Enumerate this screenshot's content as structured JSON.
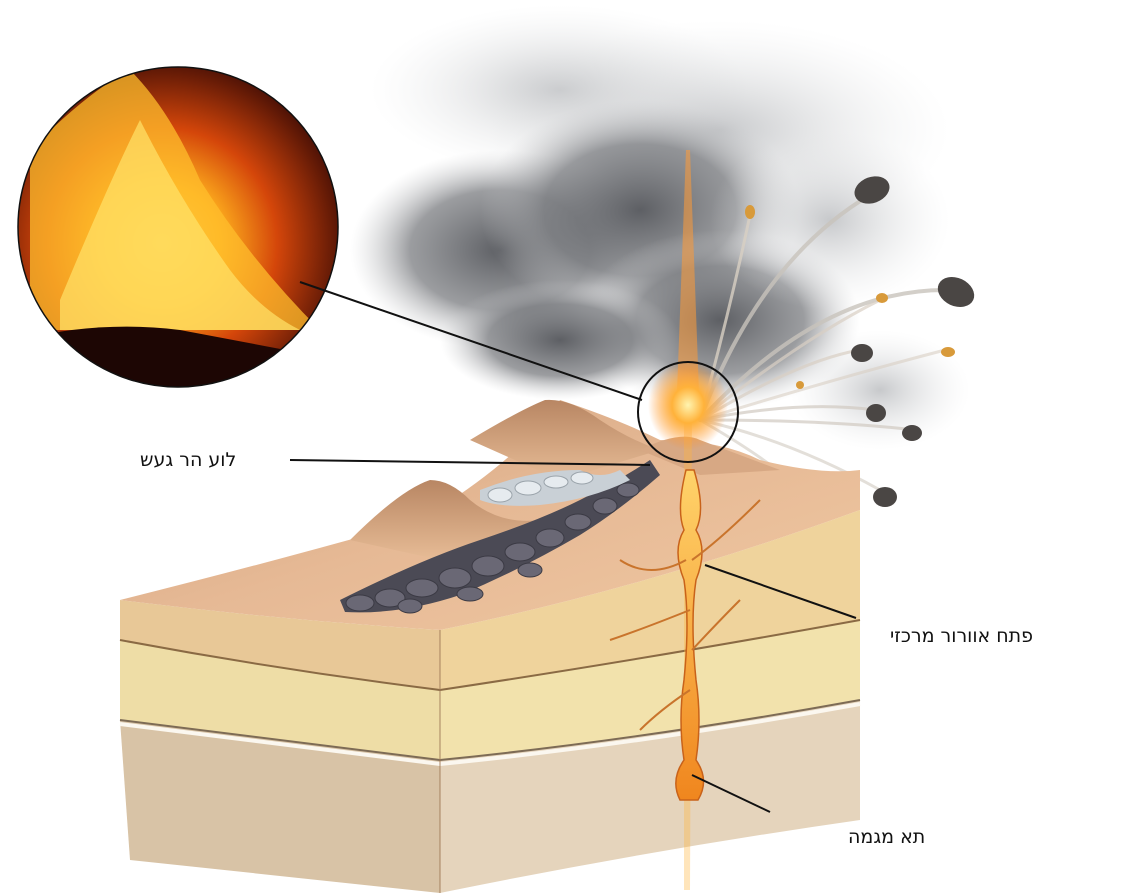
{
  "labels": {
    "crater": "לוע הר געש",
    "central_vent": "פתח אוורור מרכזי",
    "magma_chamber": "תא מגמה"
  },
  "colors": {
    "background": "#ffffff",
    "lava": "#f59a2a",
    "sand_surface": "#e3b48e",
    "sand_layer": "#eedaa0",
    "bedrock": "#d9c7b0",
    "smoke": "#5f6166",
    "leader_line": "#111111"
  },
  "icons": [
    "volcano-cutaway",
    "lava-fountain-photo",
    "smoke-cloud",
    "volcanic-bomb"
  ]
}
